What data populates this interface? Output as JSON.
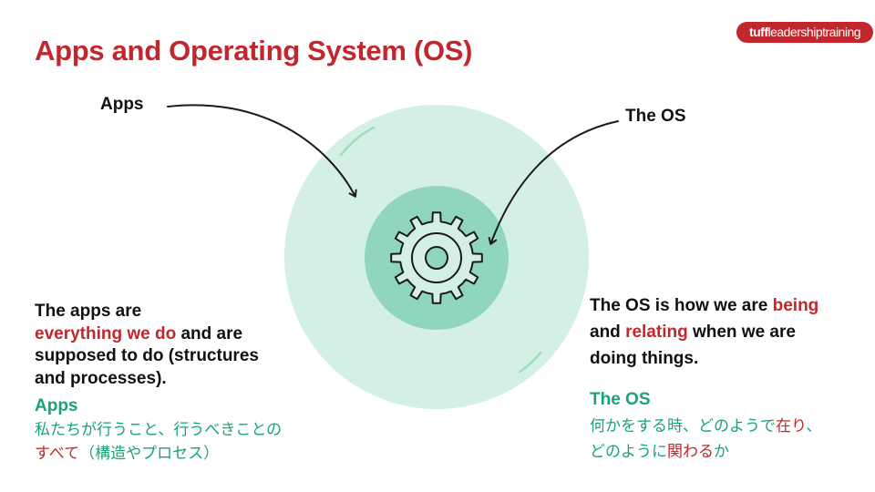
{
  "slide": {
    "title": "Apps and Operating System (OS)",
    "logo": {
      "bold": "tuff",
      "rest": "leadershiptraining"
    }
  },
  "labels": {
    "apps": "Apps",
    "os": "The OS"
  },
  "apps_description": {
    "line1": "The apps are",
    "line2_highlight": "everything we do",
    "line2_rest": " and are",
    "line3": "supposed to do (structures",
    "line4": "and processes).",
    "jp_title": "Apps",
    "jp_line1": "私たちが行うこと、行うべきことの",
    "jp_line2_highlight": "すべて",
    "jp_line2_rest": "（構造やプロセス）"
  },
  "os_description": {
    "line1_a": "The OS is how we are ",
    "line1_highlight": "being",
    "line2_a": "and ",
    "line2_highlight": "relating",
    "line2_b": " when we are",
    "line3": "doing things.",
    "jp_title": "The OS",
    "jp_line1_a": "何かをする時、どのようで",
    "jp_line1_highlight": "在り",
    "jp_line1_b": "、",
    "jp_line2_a": "どのように",
    "jp_line2_highlight": "関わる",
    "jp_line2_b": "か"
  },
  "colors": {
    "title": "#c1272d",
    "highlight_red": "#c1272d",
    "highlight_green": "#1aa27a",
    "outer_circle": "#d4f0e4",
    "inner_circle": "#8fd6bc",
    "gear_fill": "#d4f0e4",
    "gear_stroke": "#1a1a1a"
  },
  "icons": {
    "center": "gear-icon",
    "arrows": "curved-arrow-icon"
  }
}
